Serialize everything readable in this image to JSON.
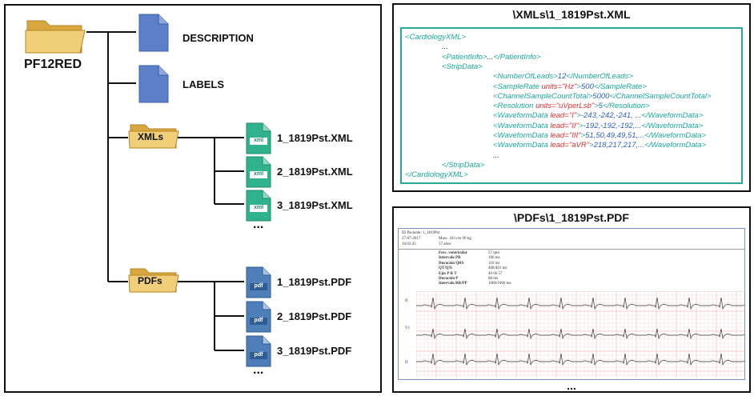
{
  "tree": {
    "root": "PF12RED",
    "description": "DESCRIPTION",
    "labels": "LABELS",
    "xmls_folder": "XMLs",
    "pdfs_folder": "PDFs",
    "xml_files": [
      "1_1819Pst.XML",
      "2_1819Pst.XML",
      "3_1819Pst.XML"
    ],
    "pdf_files": [
      "1_1819Pst.PDF",
      "2_1819Pst.PDF",
      "3_1819Pst.PDF"
    ],
    "ellipsis": "...",
    "xml_icon_text": "xml",
    "pdf_icon_text": "pdf"
  },
  "xml_panel": {
    "title": "\\XMLs\\1_1819Pst.XML",
    "lines": [
      {
        "indent": 0,
        "parts": [
          {
            "c": "tg",
            "t": "<CardiologyXML>"
          }
        ]
      },
      {
        "indent": 1,
        "parts": [
          {
            "c": "tx",
            "t": "..."
          }
        ]
      },
      {
        "indent": 1,
        "parts": [
          {
            "c": "tg",
            "t": "<PatientInfo>"
          },
          {
            "c": "tx",
            "t": "..."
          },
          {
            "c": "tg",
            "t": "</PatientInfo>"
          }
        ]
      },
      {
        "indent": 1,
        "parts": [
          {
            "c": "tg",
            "t": "<StripData>"
          }
        ]
      },
      {
        "indent": 2,
        "parts": [
          {
            "c": "tg",
            "t": "<NumberOfLeads>"
          },
          {
            "c": "vl",
            "t": "12"
          },
          {
            "c": "tg",
            "t": "</NumberOfLeads>"
          }
        ]
      },
      {
        "indent": 2,
        "parts": [
          {
            "c": "tg",
            "t": "<SampleRate "
          },
          {
            "c": "at",
            "t": "units=\"Hz\""
          },
          {
            "c": "tg",
            "t": ">"
          },
          {
            "c": "vl",
            "t": "500"
          },
          {
            "c": "tg",
            "t": "</SampleRate>"
          }
        ]
      },
      {
        "indent": 2,
        "parts": [
          {
            "c": "tg",
            "t": "<ChannelSampleCountTotal>"
          },
          {
            "c": "vl",
            "t": "5000"
          },
          {
            "c": "tg",
            "t": "</ChannelSampleCountTotal>"
          }
        ]
      },
      {
        "indent": 2,
        "parts": [
          {
            "c": "tg",
            "t": "<Resolution "
          },
          {
            "c": "at",
            "t": "units=\"uVperLsb\""
          },
          {
            "c": "tg",
            "t": ">"
          },
          {
            "c": "vl",
            "t": "5"
          },
          {
            "c": "tg",
            "t": "</Resolution>"
          }
        ]
      },
      {
        "indent": 2,
        "parts": [
          {
            "c": "tg",
            "t": "<WaveformData "
          },
          {
            "c": "at",
            "t": "lead=\"I\""
          },
          {
            "c": "tg",
            "t": ">"
          },
          {
            "c": "vl",
            "t": "-243,-242,-241, ..."
          },
          {
            "c": "tg",
            "t": "</WaveformData>"
          }
        ]
      },
      {
        "indent": 2,
        "parts": [
          {
            "c": "tg",
            "t": "<WaveformData "
          },
          {
            "c": "at",
            "t": "lead=\"II\""
          },
          {
            "c": "tg",
            "t": ">"
          },
          {
            "c": "vl",
            "t": "-192,-192,-192,..."
          },
          {
            "c": "tg",
            "t": "</WaveformData>"
          }
        ]
      },
      {
        "indent": 2,
        "parts": [
          {
            "c": "tg",
            "t": "<WaveformData "
          },
          {
            "c": "at",
            "t": "lead=\"III\""
          },
          {
            "c": "tg",
            "t": ">"
          },
          {
            "c": "vl",
            "t": "51,50,49,49,51,..."
          },
          {
            "c": "tg",
            "t": "</WaveformData>"
          }
        ]
      },
      {
        "indent": 2,
        "parts": [
          {
            "c": "tg",
            "t": "<WaveformData "
          },
          {
            "c": "at",
            "t": "lead=\"aVR\""
          },
          {
            "c": "tg",
            "t": ">"
          },
          {
            "c": "vl",
            "t": "218,217,217,..."
          },
          {
            "c": "tg",
            "t": "</WaveformData>"
          }
        ]
      },
      {
        "indent": 2,
        "parts": [
          {
            "c": "tx",
            "t": "..."
          }
        ]
      },
      {
        "indent": 1,
        "parts": [
          {
            "c": "tg",
            "t": "</StripData>"
          }
        ]
      },
      {
        "indent": 0,
        "parts": [
          {
            "c": "tg",
            "t": "</CardiologyXML>"
          }
        ]
      }
    ]
  },
  "pdf_panel": {
    "title": "\\PDFs\\1_1819Pst.PDF",
    "ellipsis": "...",
    "header_lines": [
      "ID Paciente: 1_1819Pst",
      "27-07-2017",
      "10:02:45"
    ],
    "header_col2": [
      "Masc.  183 cm  90 kg",
      "57 años"
    ],
    "measure_labels": [
      "Frec. ventricular",
      "Intervalo PR",
      "Duración QRS",
      "QT/QTc",
      "Ejes P R T",
      "Duración P",
      "Intervalo RR/PP"
    ],
    "measure_values": [
      "57 lpm",
      "186 ms",
      "110 ms",
      "408/401 ms",
      "40 66 57",
      "88 ms",
      "1060/1060 ms"
    ],
    "lead_labels": [
      "II",
      "V1",
      "II"
    ]
  },
  "colors": {
    "folder": "#e9c46a",
    "doc_blue": "#5b7fc9",
    "xml_icon": "#2fb28d",
    "pdf_icon": "#2f5d94",
    "xml_border": "#2aa99a",
    "pdf_border": "#7b98c4",
    "ecg_grid": "#f3c6c6"
  }
}
